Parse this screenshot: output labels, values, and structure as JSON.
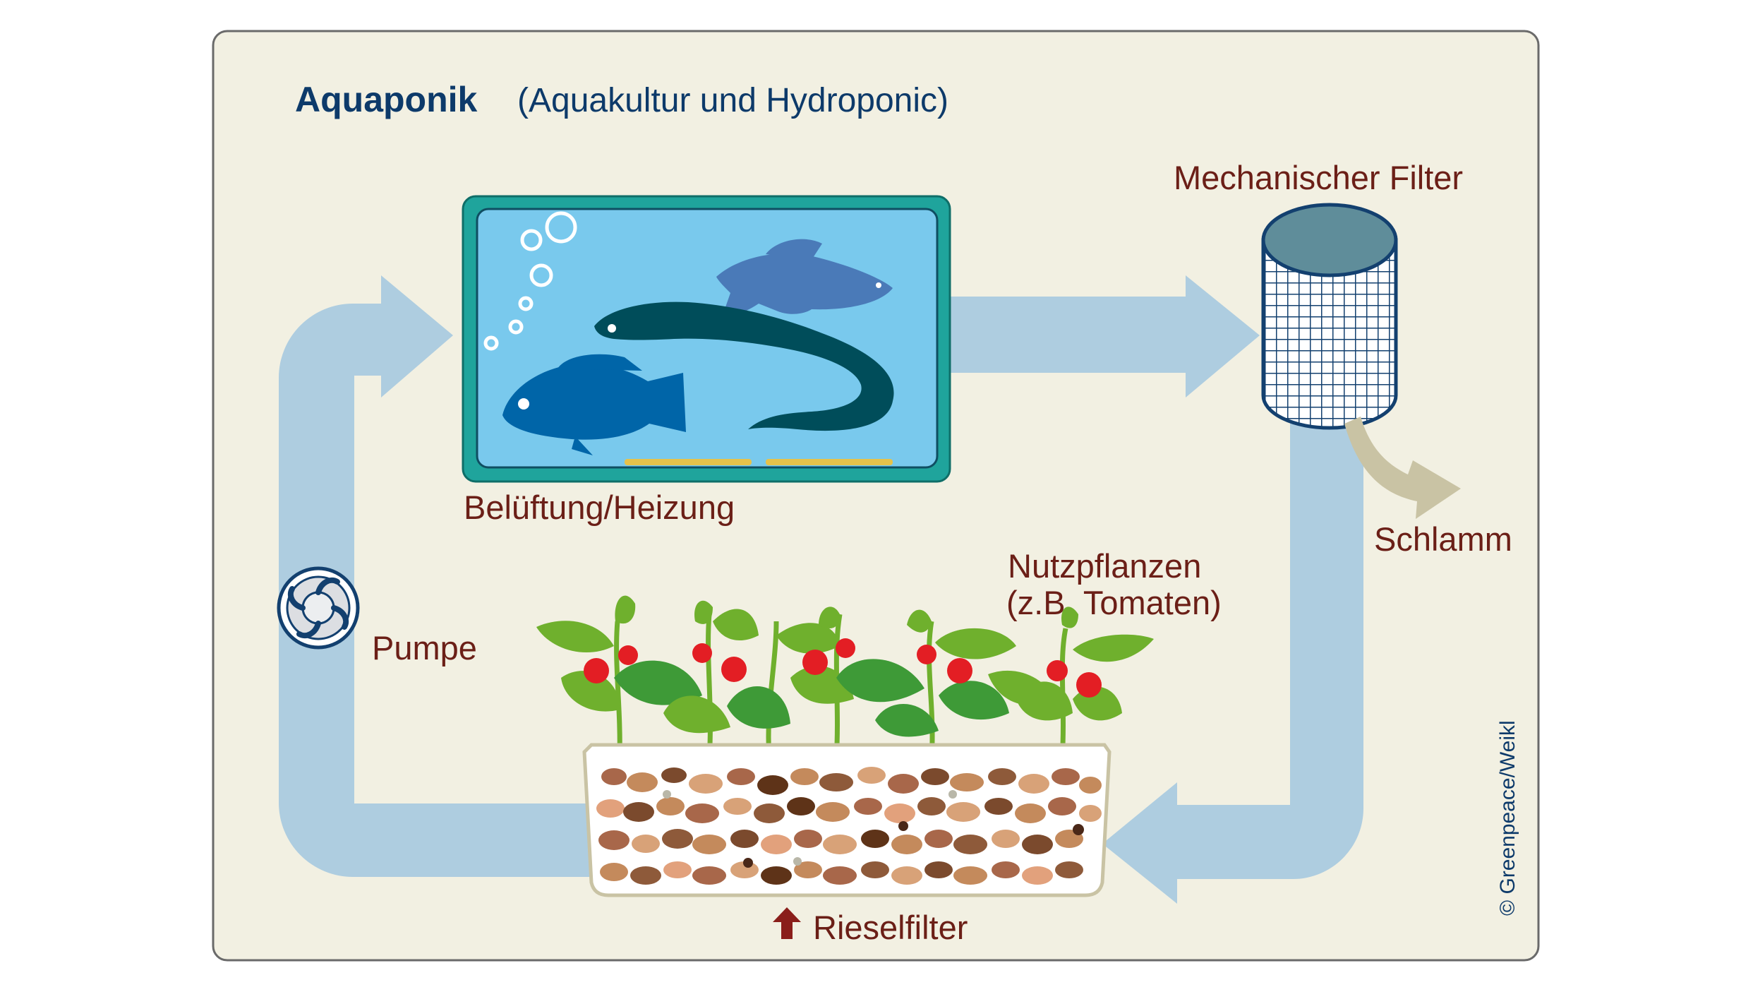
{
  "title": {
    "main": "Aquaponik",
    "subtitle": "(Aquakultur und Hydroponic)"
  },
  "labels": {
    "aeration": "Belüftung/Heizung",
    "mechanical_filter": "Mechanischer Filter",
    "sludge": "Schlamm",
    "crops_line1": "Nutzpflanzen",
    "crops_line2": "(z.B. Tomaten)",
    "pump": "Pumpe",
    "trickle_filter": "Rieselfilter",
    "copyright": "© Greenpeace/Weikl"
  },
  "colors": {
    "background": "#f2f0e2",
    "flow_arrow": "#aecde0",
    "tank_frame": "#1fa49c",
    "water": "#79c9ed",
    "filter_dark": "#13406f",
    "filter_top": "#5f8d9a",
    "sludge_arrow": "#c9c3a4",
    "text_dark_red": "#6b1f17",
    "title_blue": "#0d3a6a",
    "tomato_red": "#e31e24",
    "leaf_green": "#6fb02d"
  },
  "icons": {
    "pump": "pump-icon",
    "up_arrow": "up-arrow-icon"
  }
}
